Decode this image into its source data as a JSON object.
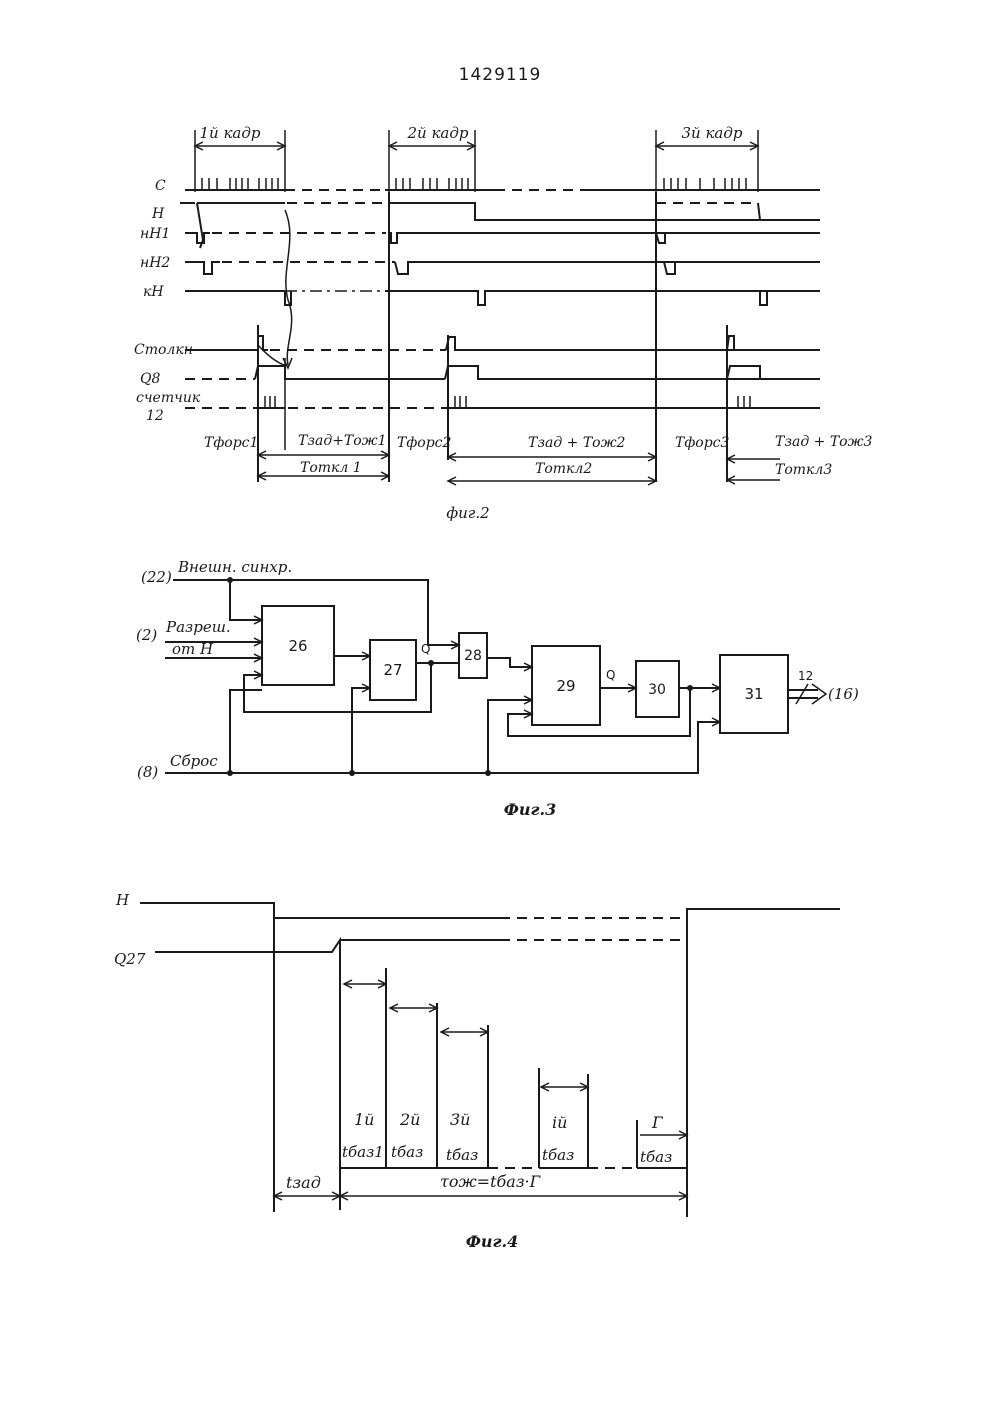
{
  "page_number": "1429119",
  "fig2": {
    "caption": "фиг.2",
    "frames": [
      "1й кадр",
      "2й кадр",
      "3й кадр"
    ],
    "signals": [
      "С",
      "Н",
      "нН1",
      "нН2",
      "кН",
      "Столкн",
      "Q8",
      "счетчик",
      "12"
    ],
    "intervals": {
      "tfors1": "Тфорс1",
      "tfors2": "Тфорс2",
      "tfors3": "Тфорс3",
      "tzad1": "Тзад+Тож1",
      "tzad2": "Тзад + Тож2",
      "tzad3": "Тзад + Тож3",
      "totkl1": "Тоткл 1",
      "totkl2": "Тоткл2",
      "totkl3": "Тоткл3"
    }
  },
  "fig3": {
    "caption": "Фиг.3",
    "inputs": {
      "sync_ref": "(22)",
      "sync_label": "Внешн. синхр.",
      "enable_ref": "(2)",
      "enable_label_1": "Разреш.",
      "enable_label_2": "от Н",
      "reset_ref": "(8)",
      "reset_label": "Сброс"
    },
    "blocks": [
      "26",
      "27",
      "28",
      "29",
      "30",
      "31"
    ],
    "q_labels": [
      "Q",
      "Q"
    ],
    "output_bits": "12",
    "output_ref": "(16)"
  },
  "fig4": {
    "caption": "Фиг.4",
    "signals": [
      "Н",
      "Q27"
    ],
    "t_zad": "tзад",
    "t_ozh": "τож=tбаз·Г",
    "pulses": [
      {
        "index": "1й",
        "label": "tбаз1"
      },
      {
        "index": "2й",
        "label": "tбаз"
      },
      {
        "index": "3й",
        "label": "tбаз"
      },
      {
        "index": "iй",
        "label": "tбаз"
      },
      {
        "index": "Г",
        "label": "tбаз"
      }
    ]
  }
}
